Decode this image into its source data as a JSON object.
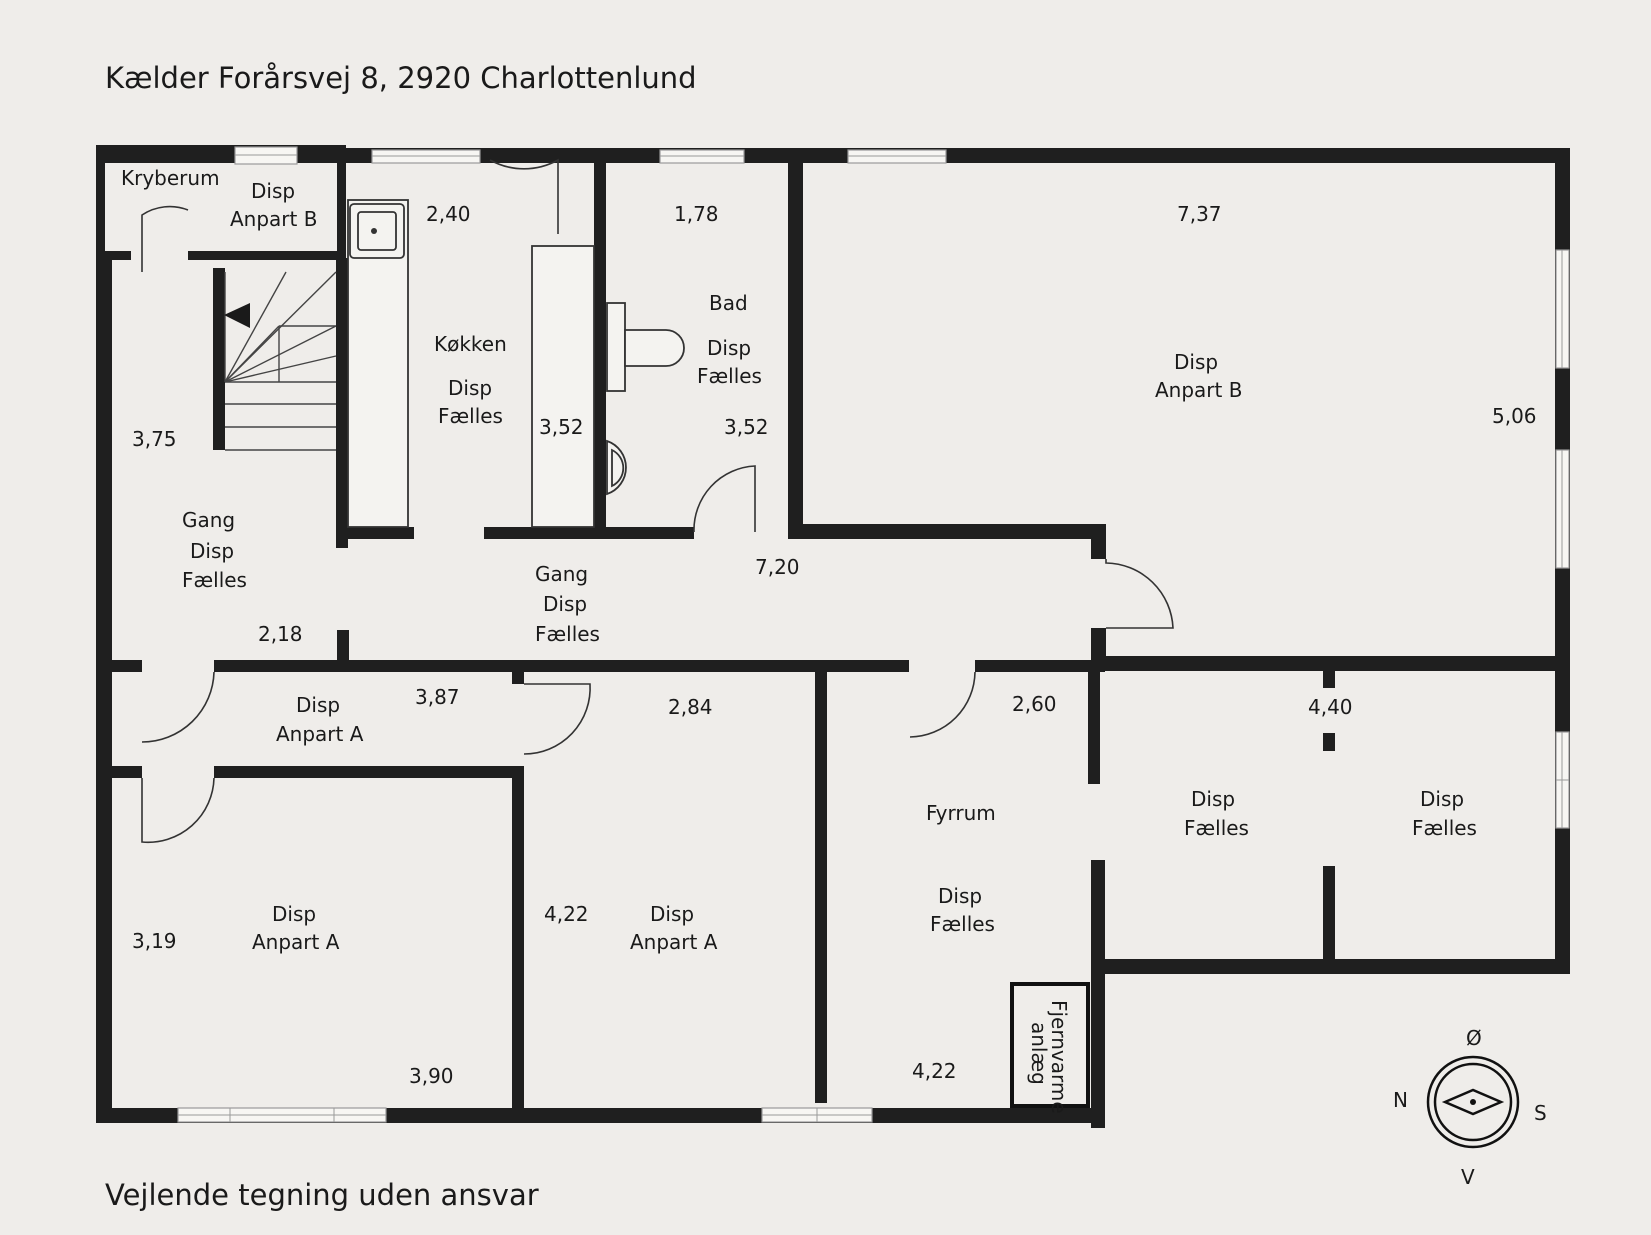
{
  "title": "Kælder Forårsvej 8, 2920 Charlottenlund",
  "footer": "Vejlende tegning uden ansvar",
  "rooms": {
    "kryberum": "Kryberum",
    "kryberum_disp_1": "Disp",
    "kryberum_disp_2": "Anpart B",
    "kokken": "Køkken",
    "kokken_disp_1": "Disp",
    "kokken_disp_2": "Fælles",
    "bad": "Bad",
    "bad_disp_1": "Disp",
    "bad_disp_2": "Fælles",
    "big_disp_1": "Disp",
    "big_disp_2": "Anpart B",
    "gang_left_1": "Gang",
    "gang_left_2": "Disp",
    "gang_left_3": "Fælles",
    "gang_mid_1": "Gang",
    "gang_mid_2": "Disp",
    "gang_mid_3": "Fælles",
    "corr_a_1": "Disp",
    "corr_a_2": "Anpart A",
    "room_a1_1": "Disp",
    "room_a1_2": "Anpart A",
    "room_a2_1": "Disp",
    "room_a2_2": "Anpart A",
    "fyrrum": "Fyrrum",
    "fyrrum_disp_1": "Disp",
    "fyrrum_disp_2": "Fælles",
    "r1_disp_1": "Disp",
    "r1_disp_2": "Fælles",
    "r2_disp_1": "Disp",
    "r2_disp_2": "Fælles",
    "fjernvarme_1": "Fjernvarme",
    "fjernvarme_2": "anlæg"
  },
  "dimensions": {
    "kitchen_w": "2,40",
    "bath_w": "1,78",
    "big_w": "7,37",
    "kitchen_d": "3,52",
    "bath_d": "3,52",
    "gang_h": "3,75",
    "big_d": "5,06",
    "gang_len": "7,20",
    "gang_w": "2,18",
    "corr_a_w": "3,87",
    "room_a2_w": "2,84",
    "fyr_w": "2,60",
    "r_w": "4,40",
    "room_a1_d": "3,19",
    "room_a2_d": "4,22",
    "room_a1_w": "3,90",
    "fyr_d": "4,22"
  },
  "compass": {
    "top": "Ø",
    "left": "N",
    "right": "S",
    "bottom": "V"
  }
}
